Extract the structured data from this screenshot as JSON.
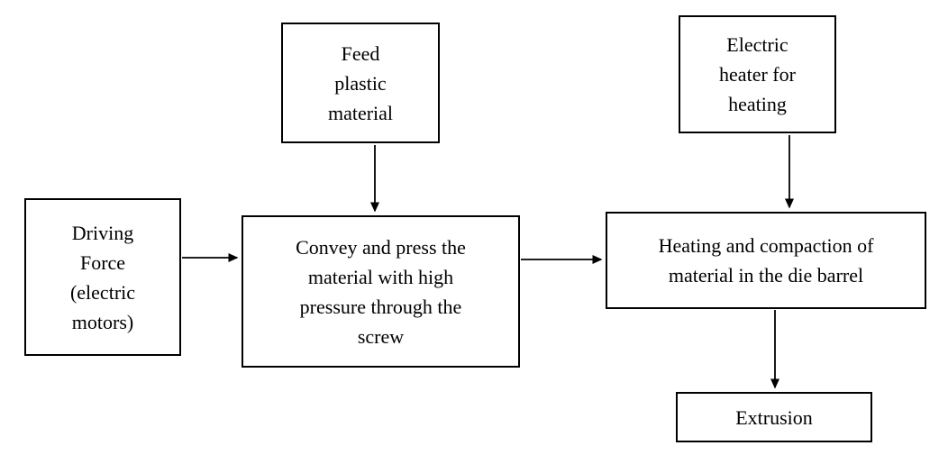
{
  "diagram": {
    "type": "flowchart",
    "description": "Plastic extrusion process flow diagram",
    "colors": {
      "background": "#ffffff",
      "box_border": "#000000",
      "text": "#000000",
      "arrow": "#000000"
    },
    "nodes": {
      "feed": {
        "id": "feed",
        "label": "Feed\nplastic\nmaterial"
      },
      "heater": {
        "id": "heater",
        "label": "Electric\nheater for\nheating"
      },
      "driving": {
        "id": "driving",
        "label": "Driving\nForce\n(electric\nmotors)"
      },
      "convey": {
        "id": "convey",
        "label": "Convey and press the\nmaterial with high\npressure through the\nscrew"
      },
      "heating": {
        "id": "heating",
        "label": "Heating and compaction of\nmaterial in the die barrel"
      },
      "extrusion": {
        "id": "extrusion",
        "label": "Extrusion"
      }
    },
    "edges": [
      {
        "from": "feed",
        "to": "convey",
        "direction": "down"
      },
      {
        "from": "heater",
        "to": "heating",
        "direction": "down"
      },
      {
        "from": "driving",
        "to": "convey",
        "direction": "right"
      },
      {
        "from": "convey",
        "to": "heating",
        "direction": "right"
      },
      {
        "from": "heating",
        "to": "extrusion",
        "direction": "down"
      }
    ]
  }
}
